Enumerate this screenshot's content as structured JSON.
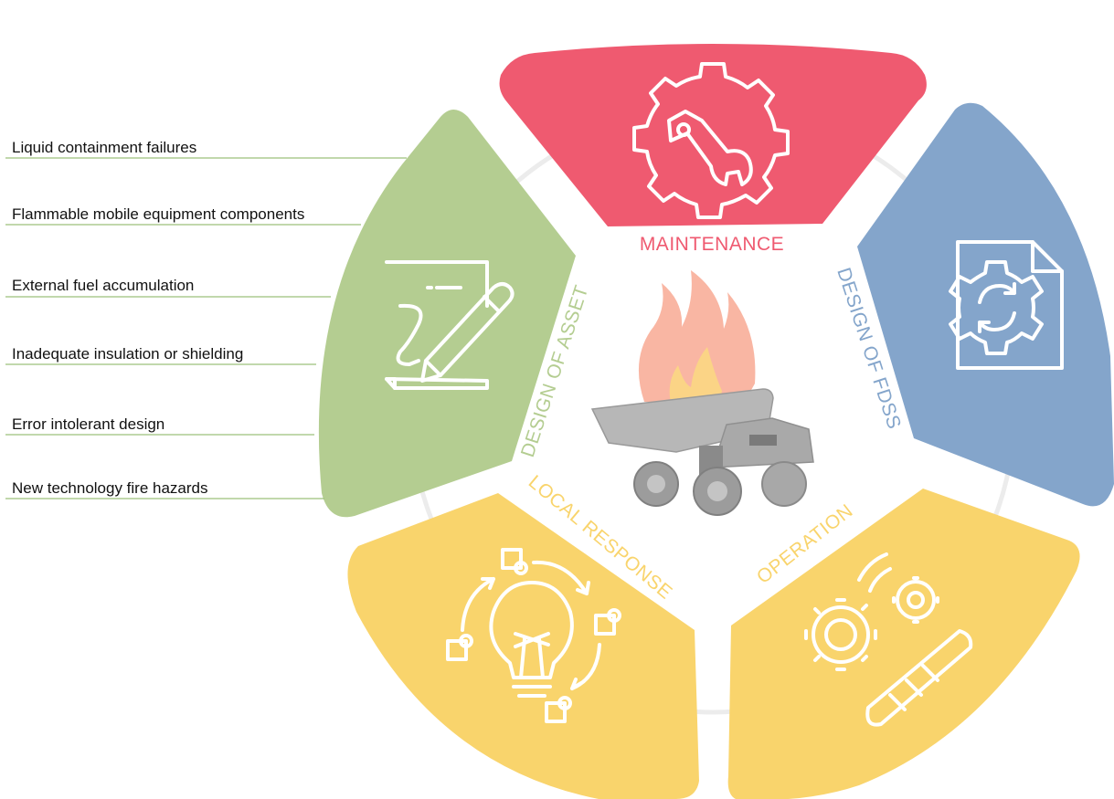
{
  "center": {
    "icon": "burning-mining-truck-icon"
  },
  "segments": [
    {
      "id": "maintenance",
      "label": "MAINTENANCE",
      "color": "#ef5a70",
      "icon": "gear-wrench-icon"
    },
    {
      "id": "design-fdss",
      "label": "DESIGN OF FDSS",
      "color": "#84a5cb",
      "icon": "document-gear-icon"
    },
    {
      "id": "operation",
      "label": "OPERATION",
      "color": "#f9d46c",
      "icon": "gears-lever-icon"
    },
    {
      "id": "local-response",
      "label": "LOCAL RESPONSE",
      "color": "#f9d46c",
      "icon": "lightbulb-process-icon"
    },
    {
      "id": "design-asset",
      "label": "DESIGN OF ASSET",
      "color": "#b4cd91",
      "icon": "document-pencil-icon"
    }
  ],
  "hazards": {
    "line_color": "#9cc07a",
    "items": [
      "Liquid containment failures",
      "Flammable mobile equipment components",
      "External fuel accumulation",
      "Inadequate insulation or shielding",
      "Error intolerant design",
      "New technology fire hazards"
    ]
  }
}
